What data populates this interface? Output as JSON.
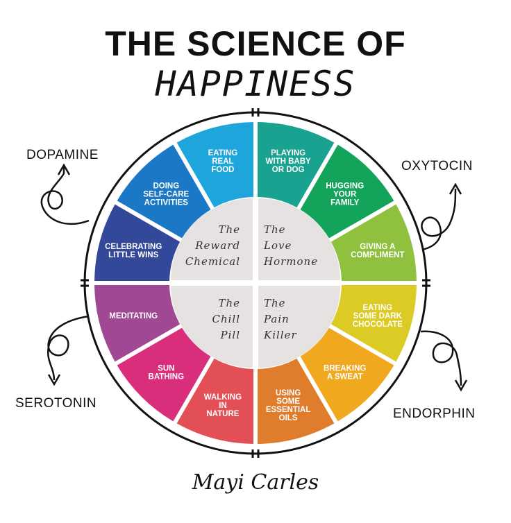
{
  "title": "THE SCIENCE OF",
  "subtitle": "HAPPINESS",
  "hormones": {
    "dopamine": "DOPAMINE",
    "oxytocin": "OXYTOCIN",
    "serotonin": "SEROTONIN",
    "endorphin": "ENDORPHIN"
  },
  "center": {
    "top_left": [
      "The",
      "Reward",
      "Chemical"
    ],
    "top_right": [
      "The",
      "Love",
      "Hormone"
    ],
    "bottom_left": [
      "The",
      "Chill",
      "Pill"
    ],
    "bottom_right": [
      "The",
      "Pain",
      "Killer"
    ]
  },
  "segments": [
    {
      "lines": [
        "PLAYING",
        "WITH BABY",
        "OR DOG"
      ],
      "color": "#1aa291"
    },
    {
      "lines": [
        "HUGGING",
        "YOUR",
        "FAMILY"
      ],
      "color": "#14a35b"
    },
    {
      "lines": [
        "GIVING A",
        "COMPLIMENT"
      ],
      "color": "#8fc13e"
    },
    {
      "lines": [
        "EATING",
        "SOME DARK",
        "CHOCOLATE"
      ],
      "color": "#dccb24"
    },
    {
      "lines": [
        "BREAKING",
        "A SWEAT"
      ],
      "color": "#f0a81f"
    },
    {
      "lines": [
        "USING",
        "SOME",
        "ESSENTIAL",
        "OILS"
      ],
      "color": "#e07d2c"
    },
    {
      "lines": [
        "WALKING",
        "IN",
        "NATURE"
      ],
      "color": "#e24f55"
    },
    {
      "lines": [
        "SUN",
        "BATHING"
      ],
      "color": "#d92e7c"
    },
    {
      "lines": [
        "MEDITATING"
      ],
      "color": "#a04893"
    },
    {
      "lines": [
        "CELEBRATING",
        "LITTLE WINS"
      ],
      "color": "#34489a"
    },
    {
      "lines": [
        "DOING",
        "SELF-CARE",
        "ACTIVITIES"
      ],
      "color": "#1b78c6"
    },
    {
      "lines": [
        "EATING",
        "REAL",
        "FOOD"
      ],
      "color": "#1ea5dc"
    }
  ],
  "center_fill": "#e6e2e2",
  "signature": "Mayi Carles"
}
